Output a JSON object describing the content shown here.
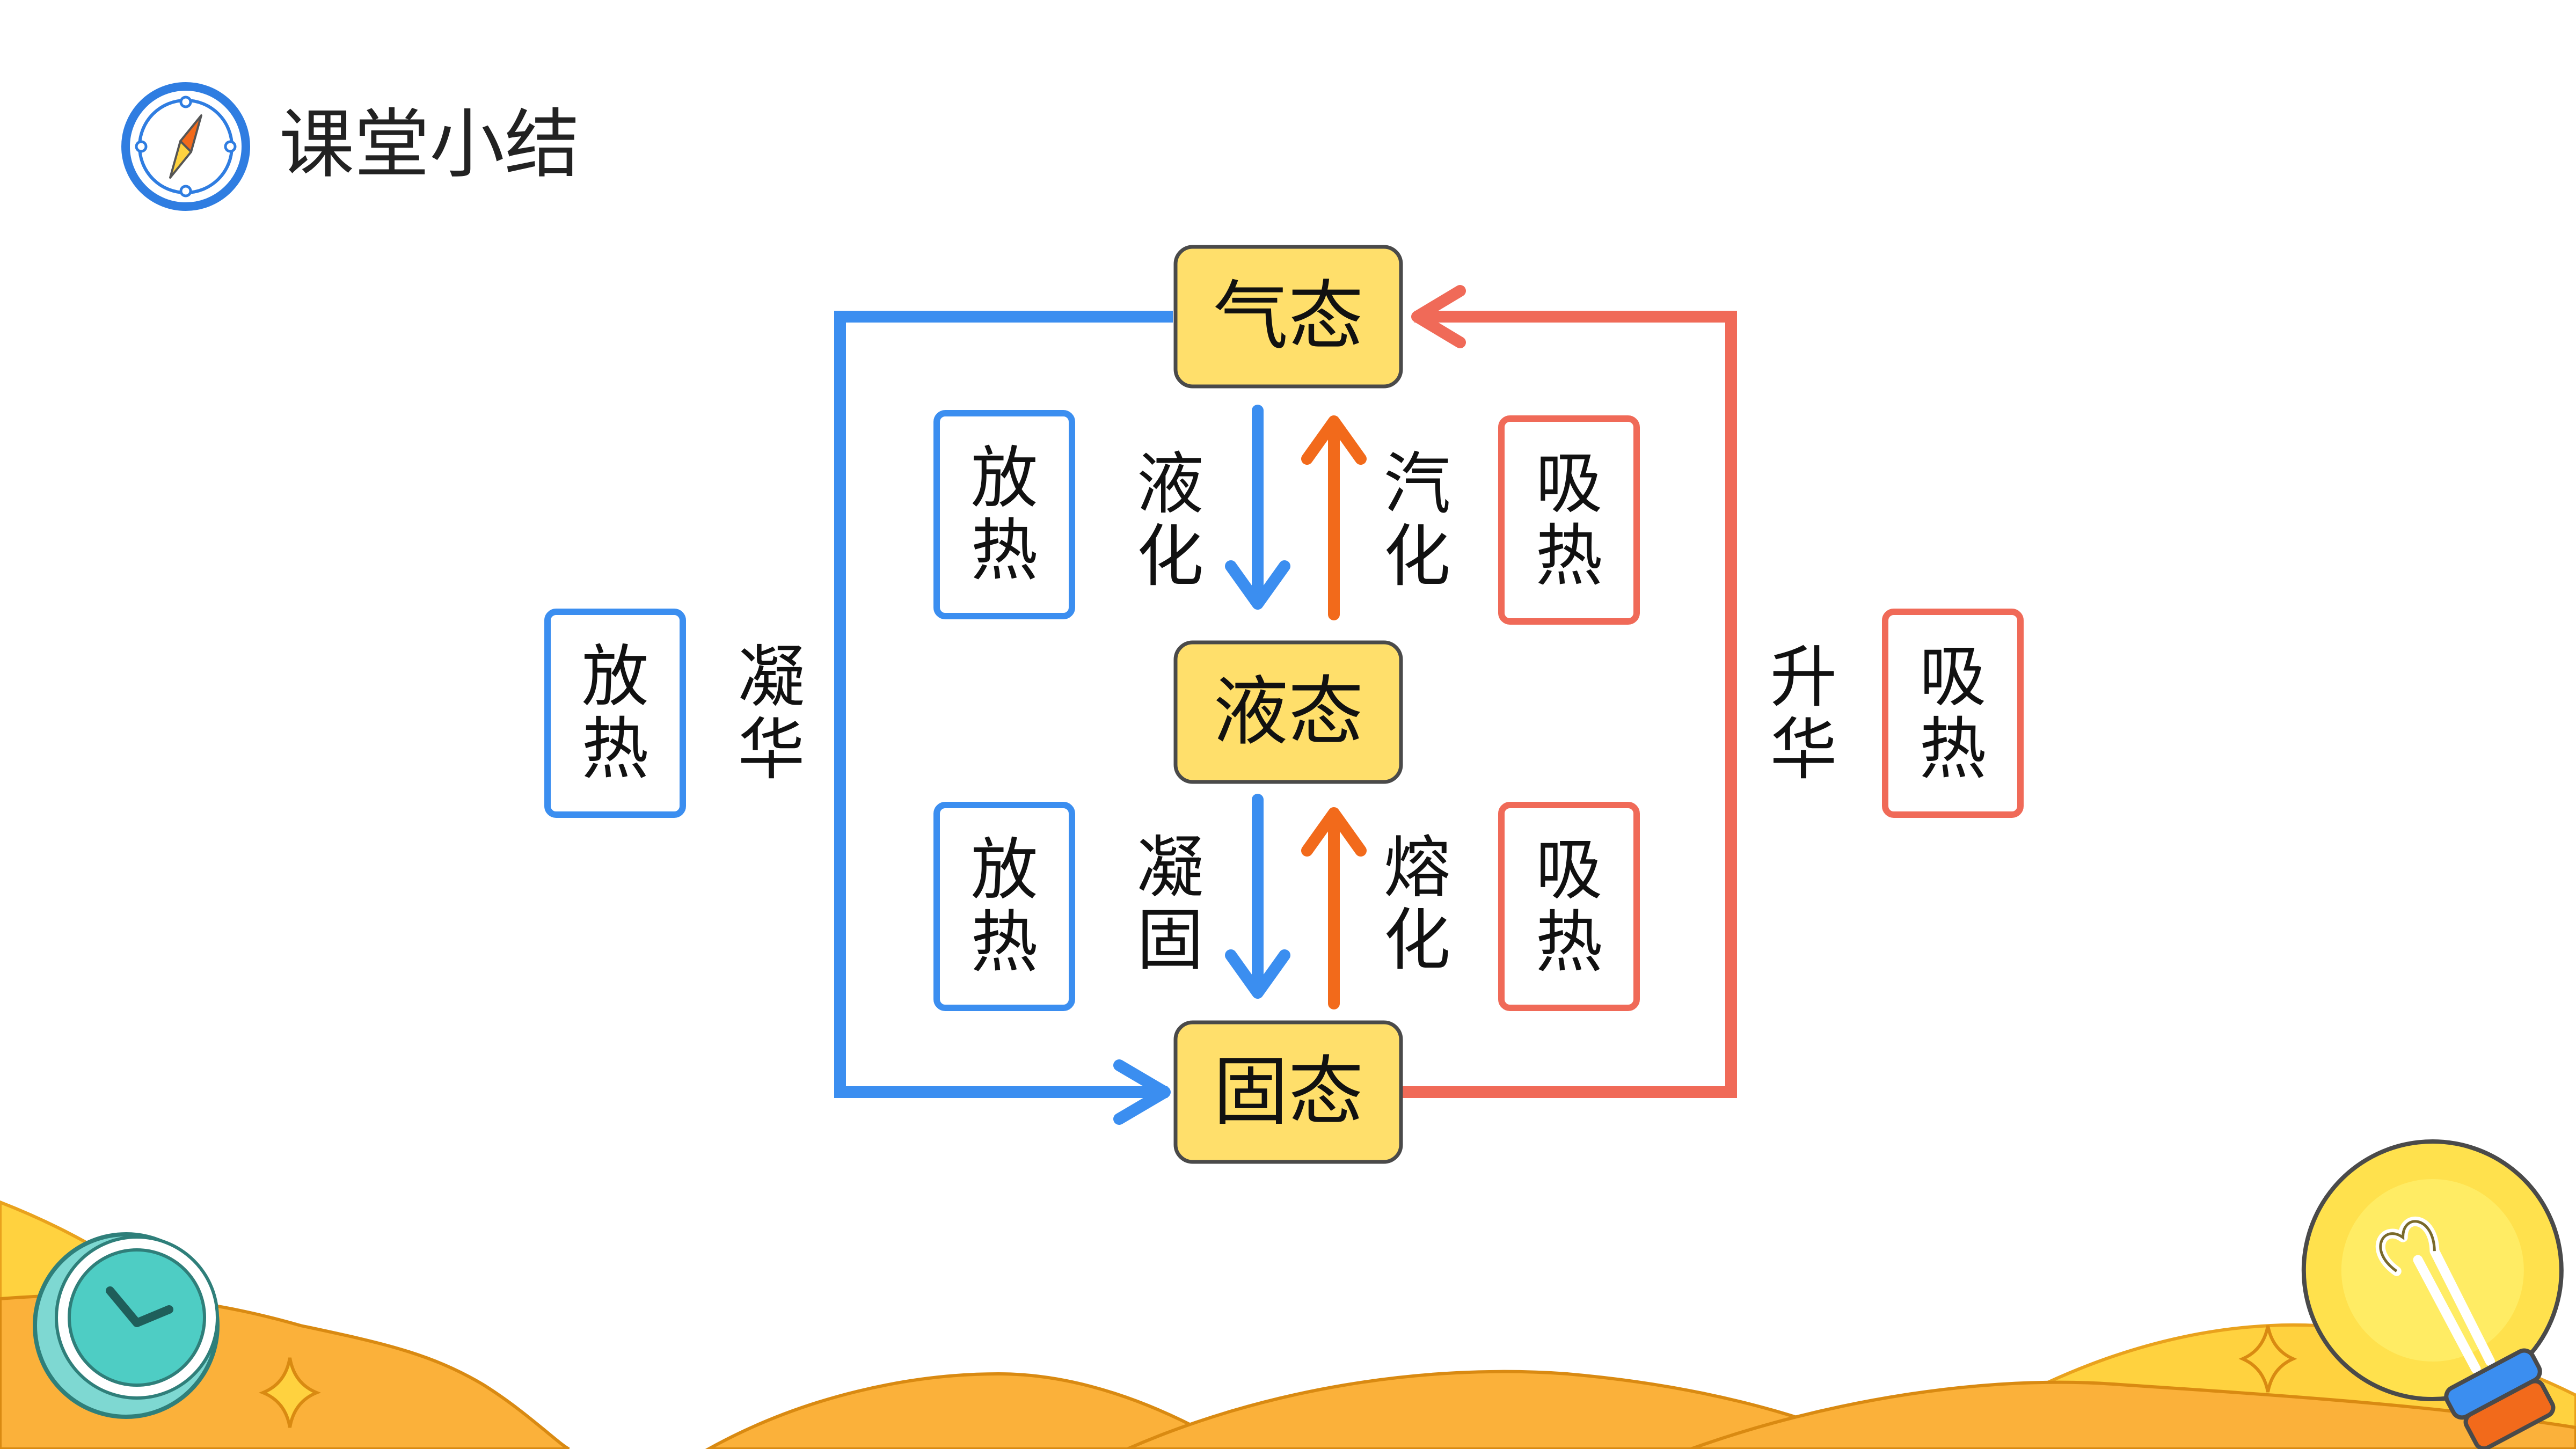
{
  "slide": {
    "title": "课堂小结",
    "icons": {
      "title": "compass-icon",
      "bottom_left": "clock-icon",
      "bottom_right": "light-bulb-icon"
    }
  },
  "diagram": {
    "states": {
      "gas": "气态",
      "liquid": "液态",
      "solid": "固态"
    },
    "processes": {
      "liquefaction": "液化",
      "vaporization": "汽化",
      "solidification": "凝固",
      "melting": "熔化",
      "desublimation": "凝华",
      "sublimation": "升华"
    },
    "heat": {
      "release": "放热",
      "absorb": "吸热"
    }
  },
  "colors": {
    "release_blue": "#3b8ef0",
    "absorb_red": "#f06a58",
    "orange_arrow": "#f26a1b",
    "state_fill": "#ffdf6b",
    "wave_orange": "#fbb13a",
    "wave_yellow": "#ffd23f",
    "clock_teal": "#4ecdc4"
  }
}
